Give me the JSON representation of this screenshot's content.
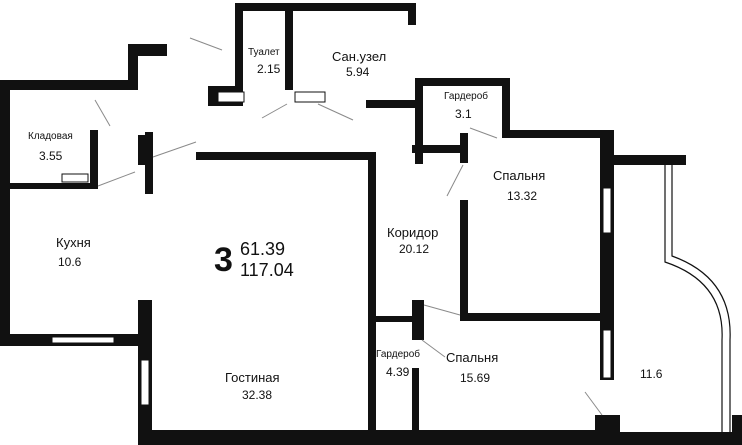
{
  "plan": {
    "rooms_count": "3",
    "living_area": "61.39",
    "total_area": "117.04",
    "colors": {
      "wall": "#111111",
      "background": "#ffffff",
      "door_line": "#8a8a8a"
    }
  },
  "rooms": {
    "toilet": {
      "name": "Туалет",
      "area": "2.15"
    },
    "bathroom": {
      "name": "Сан.узел",
      "area": "5.94"
    },
    "wardrobe_top": {
      "name": "Гардероб",
      "area": "3.1"
    },
    "pantry": {
      "name": "Кладовая",
      "area": "3.55"
    },
    "bedroom_top": {
      "name": "Спальня",
      "area": "13.32"
    },
    "kitchen": {
      "name": "Кухня",
      "area": "10.6"
    },
    "corridor": {
      "name": "Коридор",
      "area": "20.12"
    },
    "wardrobe_bottom": {
      "name": "Гардероб",
      "area": "4.39"
    },
    "bedroom_bottom": {
      "name": "Спальня",
      "area": "15.69"
    },
    "living_room": {
      "name": "Гостиная",
      "area": "32.38"
    },
    "balcony": {
      "area": "11.6"
    }
  }
}
